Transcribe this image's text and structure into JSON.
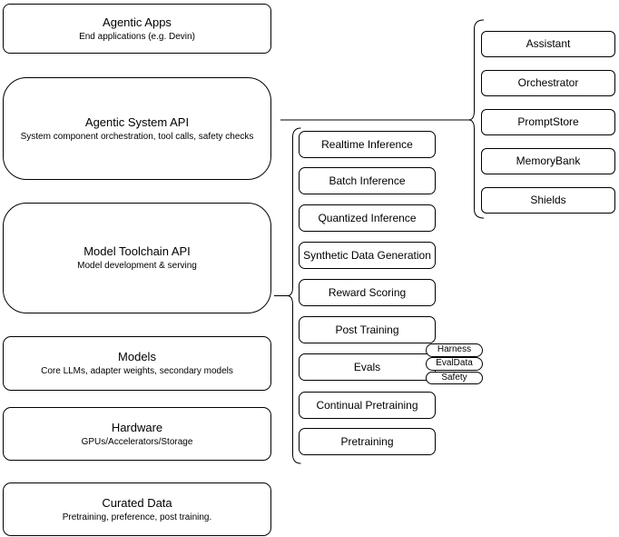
{
  "diagram": {
    "left_stack": [
      {
        "title": "Agentic Apps",
        "subtitle": "End applications (e.g. Devin)"
      },
      {
        "title": "Agentic System API",
        "subtitle": "System component orchestration, tool calls, safety checks"
      },
      {
        "title": "Model Toolchain API",
        "subtitle": "Model development & serving"
      },
      {
        "title": "Models",
        "subtitle": "Core LLMs, adapter weights, secondary models"
      },
      {
        "title": "Hardware",
        "subtitle": "GPUs/Accelerators/Storage"
      },
      {
        "title": "Curated Data",
        "subtitle": "Pretraining, preference, post training."
      }
    ],
    "toolchain_services": [
      "Realtime Inference",
      "Batch Inference",
      "Quantized Inference",
      "Synthetic Data Generation",
      "Reward Scoring",
      "Post Training",
      "Evals",
      "Continual Pretraining",
      "Pretraining"
    ],
    "eval_badges": [
      "Harness",
      "EvalData",
      "Safety"
    ],
    "system_components": [
      "Assistant",
      "Orchestrator",
      "PromptStore",
      "MemoryBank",
      "Shields"
    ],
    "colors": {
      "stroke": "#000000",
      "fill": "#ffffff",
      "background": "#ffffff",
      "text": "#000000"
    }
  }
}
